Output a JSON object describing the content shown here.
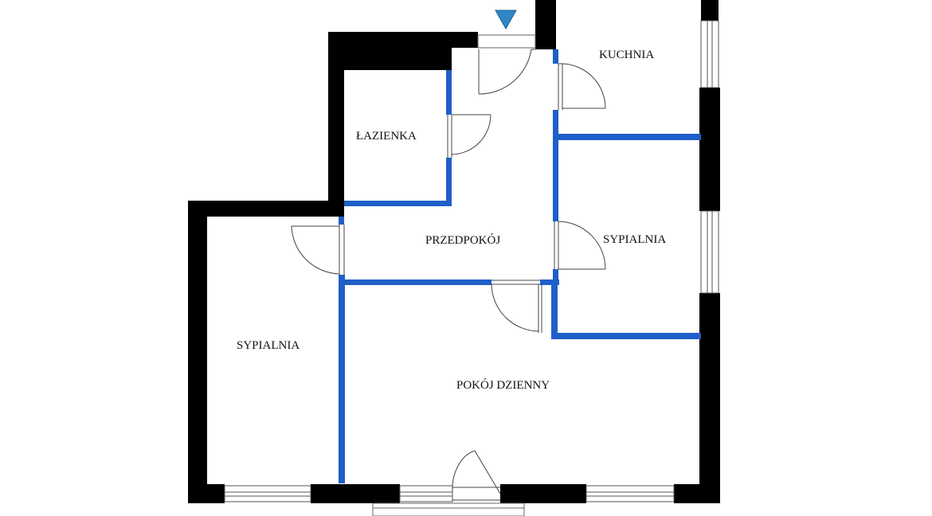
{
  "rooms": {
    "kitchen": "KUCHNIA",
    "bathroom": "ŁAZIENKA",
    "hallway": "PRZEDPOKÓJ",
    "bedroom_right": "SYPIALNIA",
    "bedroom_left": "SYPIALNIA",
    "living_room": "POKÓJ DZIENNY"
  },
  "colors": {
    "exterior_wall": "#000000",
    "interior_wall": "#1f5fc8",
    "entrance_marker": "#2f86c8",
    "door_line": "#444444"
  },
  "icons": {
    "entrance": "triangle-down-icon"
  }
}
